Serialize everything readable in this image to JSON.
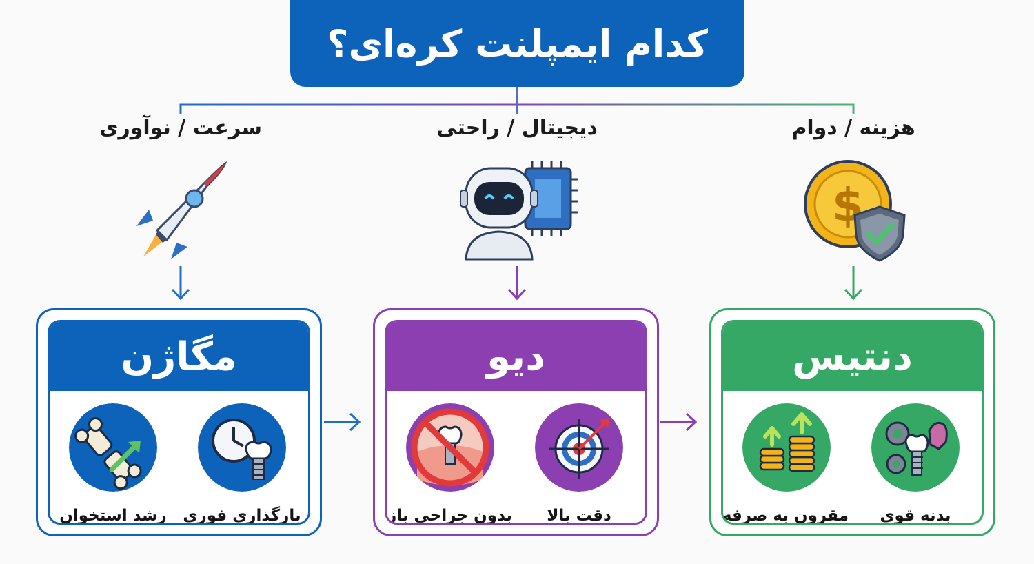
{
  "title": "کدام ایمپلنت کره‌ای؟",
  "categories": [
    {
      "label": "سرعت / نوآوری",
      "icon": "rocket-icon"
    },
    {
      "label": "دیجیتال / راحتی",
      "icon": "robot-chip-icon"
    },
    {
      "label": "هزینه / دوام",
      "icon": "coin-shield-icon"
    }
  ],
  "brands": [
    {
      "name": "مگاژن",
      "color": "#0d63b9",
      "features": [
        {
          "label": "بارگذاری فوری",
          "icon": "clock-implant-icon"
        },
        {
          "label": "رشد استخوان",
          "icon": "bone-growth-icon"
        }
      ]
    },
    {
      "name": "دیو",
      "color": "#8b3fb0",
      "features": [
        {
          "label": "دقت بالا",
          "icon": "target-icon"
        },
        {
          "label": "بدون جراحی باز",
          "icon": "no-surgery-icon"
        }
      ]
    },
    {
      "name": "دنتیس",
      "color": "#36a865",
      "features": [
        {
          "label": "بدنه قوی",
          "icon": "strong-implant-icon"
        },
        {
          "label": "مقرون به صرفه",
          "icon": "coins-growth-icon"
        }
      ]
    }
  ]
}
